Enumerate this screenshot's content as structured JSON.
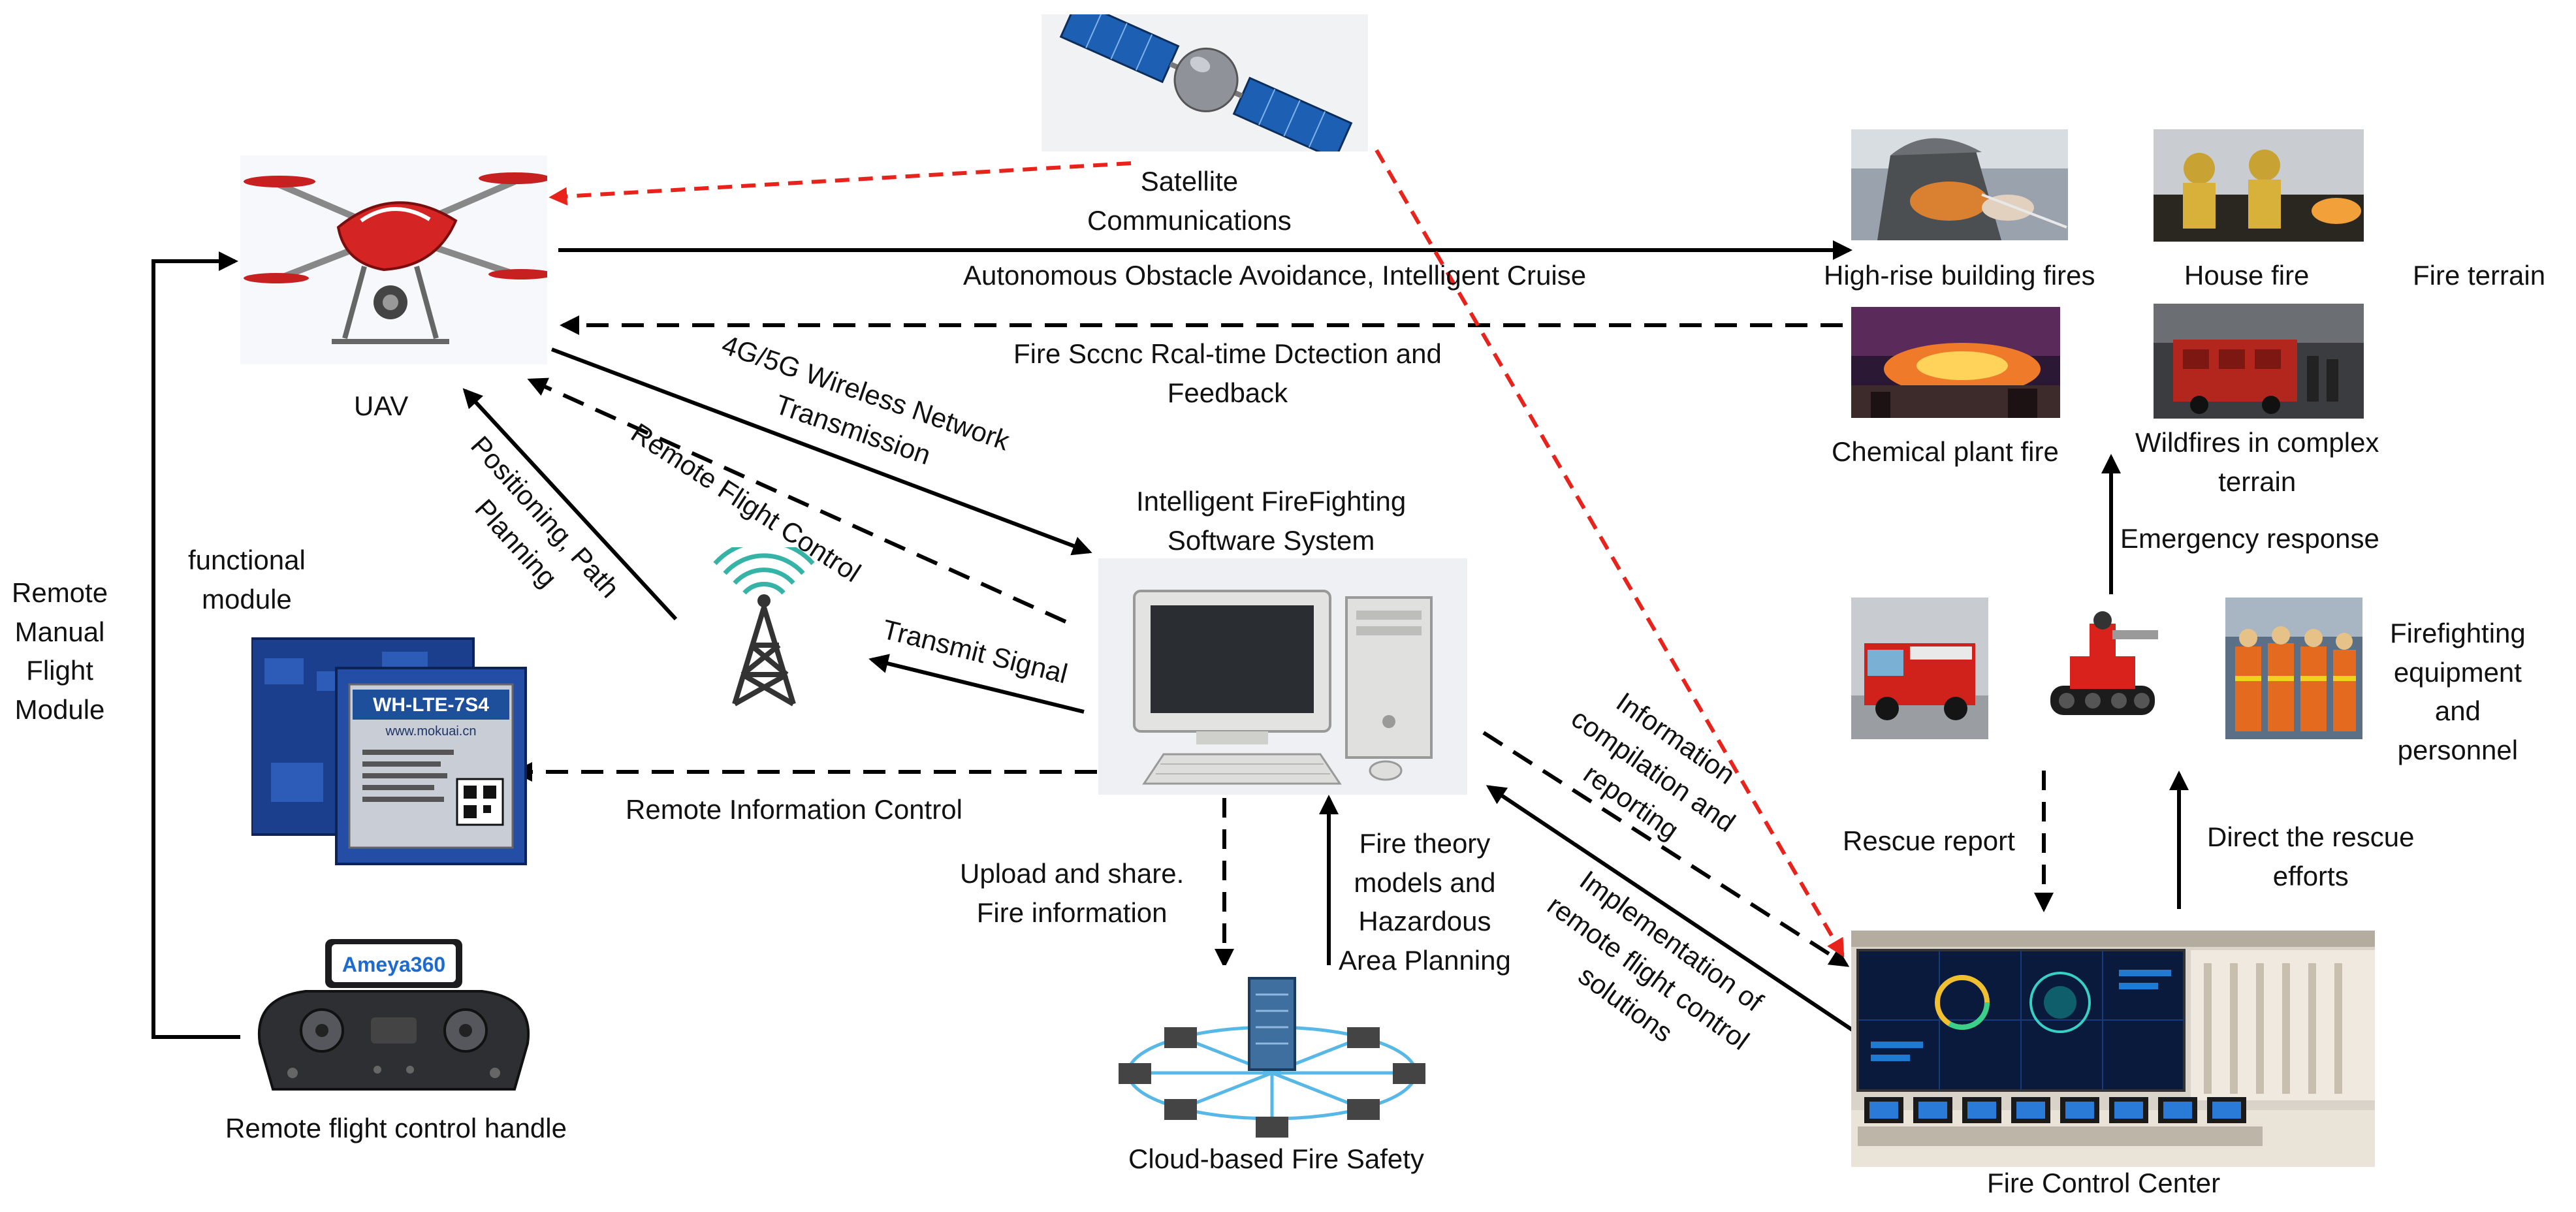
{
  "nodes": {
    "satellite": "Satellite\nCommunications",
    "uav": "UAV",
    "functional_module": "functional\nmodule",
    "remote_manual": "Remote\nManual\nFlight\nModule",
    "handle": "Remote flight control handle",
    "software": "Intelligent FireFighting\nSoftware System",
    "cloud": "Cloud-based Fire Safety",
    "control_center": "Fire Control Center",
    "equipment": "Firefighting\nequipment\nand\npersonnel",
    "module_chip_title": "WH-LTE-7S4",
    "module_chip_url": "www.mokuai.cn",
    "handle_logo": "Ameya360"
  },
  "fire_terrain": {
    "title": "Fire terrain",
    "high_rise": "High-rise building fires",
    "house": "House fire",
    "chemical": "Chemical plant fire",
    "wildfire": "Wildfires in complex\nterrain"
  },
  "edges": {
    "autonomous": "Autonomous Obstacle Avoidance, Intelligent Cruise",
    "fire_scene": "Fire Sccnc Rcal-time Dctection and\nFeedback",
    "wireless": "4G/5G Wireless Network\nTransmission",
    "remote_flight": "Remote Flight Control",
    "positioning": "Positioning, Path\nPlanning",
    "transmit": "Transmit Signal",
    "remote_info": "Remote Information Control",
    "upload": "Upload and share.\nFire information",
    "fire_theory": "Fire theory\nmodels and\nHazardous\nArea Planning",
    "info_compilation": "Information\ncompilation and\nreporting",
    "implementation": "Implementation of\nremote flight control\nsolutions",
    "rescue_report": "Rescue report",
    "direct_rescue": "Direct the rescue\nefforts",
    "emergency": "Emergency response"
  },
  "colors": {
    "solid": "#000000",
    "dashed": "#000000",
    "satellite_link": "#e8231c"
  }
}
